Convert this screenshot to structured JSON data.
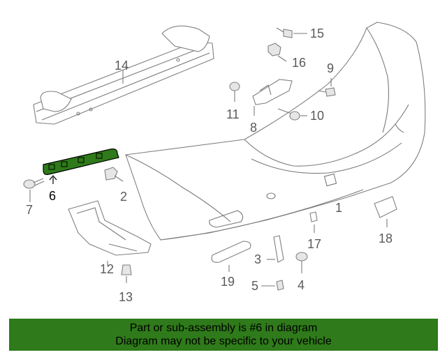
{
  "callouts": [
    {
      "id": "1",
      "label": "1"
    },
    {
      "id": "2",
      "label": "2"
    },
    {
      "id": "3",
      "label": "3"
    },
    {
      "id": "4",
      "label": "4"
    },
    {
      "id": "5",
      "label": "5"
    },
    {
      "id": "6",
      "label": "6"
    },
    {
      "id": "7",
      "label": "7"
    },
    {
      "id": "8",
      "label": "8"
    },
    {
      "id": "9",
      "label": "9"
    },
    {
      "id": "10",
      "label": "10"
    },
    {
      "id": "11",
      "label": "11"
    },
    {
      "id": "12",
      "label": "12"
    },
    {
      "id": "13",
      "label": "13"
    },
    {
      "id": "14",
      "label": "14"
    },
    {
      "id": "15",
      "label": "15"
    },
    {
      "id": "16",
      "label": "16"
    },
    {
      "id": "17",
      "label": "17"
    },
    {
      "id": "18",
      "label": "18"
    },
    {
      "id": "19",
      "label": "19"
    }
  ],
  "highlight": {
    "part": "6",
    "color": "#2f7a1a"
  },
  "colors": {
    "line": "#7a7a7a",
    "label": "#5a5a5a",
    "banner": "#2f7a1a"
  },
  "banner": {
    "line1": "Part or sub-assembly is #6 in diagram",
    "line2": "Diagram may not be specific to your vehicle"
  }
}
